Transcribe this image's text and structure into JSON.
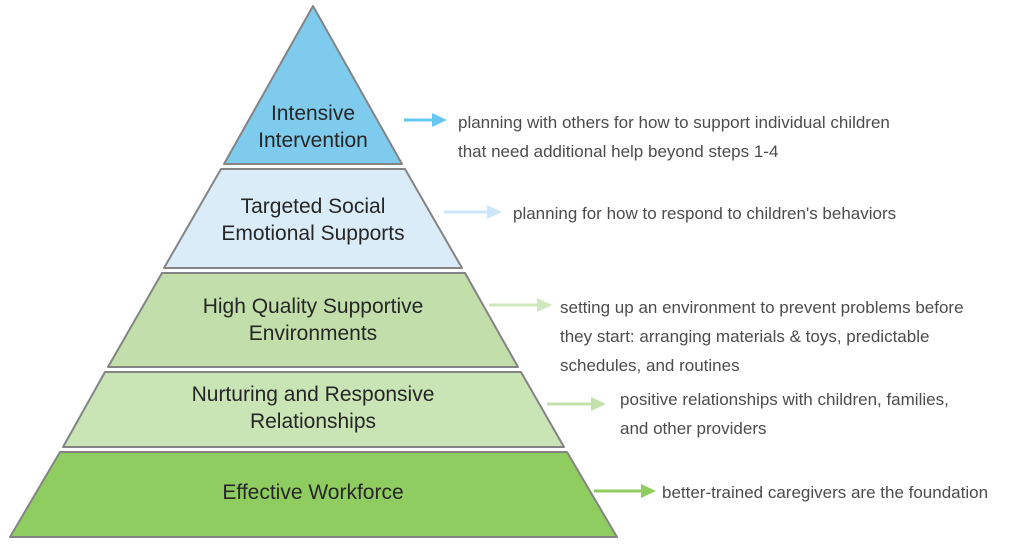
{
  "colors": {
    "background": "#ffffff",
    "tier_border": "#848484",
    "tier_text": "#262626",
    "annotation_text": "#4c4c4c"
  },
  "tiers": [
    {
      "label": "Intensive Intervention",
      "label_lines": [
        "Intensive",
        "Intervention"
      ],
      "fill": "#7ecbed",
      "arrow_color": "#66c6ee",
      "annotation": "planning with others for how to support individual children that need additional help beyond steps 1-4",
      "annotation_lines": [
        "planning with others for how to support individual children",
        "that need additional help beyond steps 1-4"
      ]
    },
    {
      "label": "Targeted Social Emotional Supports",
      "label_lines": [
        "Targeted Social",
        "Emotional Supports"
      ],
      "fill": "#dbecf9",
      "arrow_color": "#cde6f7",
      "annotation": "planning for how to respond to children's behaviors",
      "annotation_lines": [
        "planning for how to respond to children's behaviors"
      ]
    },
    {
      "label": "High Quality Supportive Environments",
      "label_lines": [
        "High Quality Supportive",
        "Environments"
      ],
      "fill": "#c2dfab",
      "arrow_color": "#cfe7bd",
      "annotation": "setting up an environment to prevent problems before they start: arranging materials & toys, predictable schedules, and routines",
      "annotation_lines": [
        "setting up an environment to prevent problems before",
        "they start: arranging materials & toys, predictable",
        "schedules, and routines"
      ]
    },
    {
      "label": "Nurturing and Responsive Relationships",
      "label_lines": [
        "Nurturing and Responsive",
        "Relationships"
      ],
      "fill": "#c9e4b5",
      "arrow_color": "#c3e1ad",
      "annotation": "positive relationships with children, families, and other providers",
      "annotation_lines": [
        "positive relationships with children, families,",
        "and other providers"
      ]
    },
    {
      "label": "Effective Workforce",
      "label_lines": [
        "Effective Workforce"
      ],
      "fill": "#90cd60",
      "arrow_color": "#90cd5f",
      "annotation": "better-trained caregivers are the foundation",
      "annotation_lines": [
        "better-trained caregivers are the foundation"
      ]
    }
  ]
}
